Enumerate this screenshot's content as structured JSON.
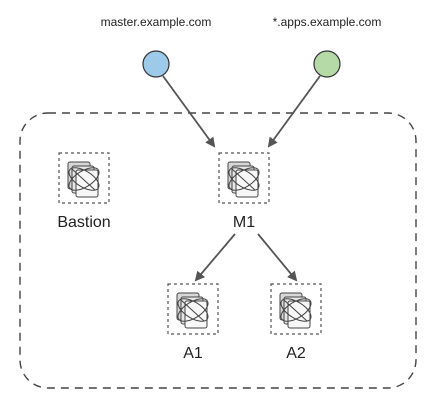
{
  "endpoints": [
    {
      "id": "master",
      "label": "master.example.com",
      "color": "#9ecae9"
    },
    {
      "id": "apps",
      "label": "*.apps.example.com",
      "color": "#b6d9a8"
    }
  ],
  "nodes": [
    {
      "id": "bastion",
      "label": "Bastion",
      "icon": "server-node-icon"
    },
    {
      "id": "m1",
      "label": "M1",
      "icon": "server-node-icon"
    },
    {
      "id": "a1",
      "label": "A1",
      "icon": "server-node-icon"
    },
    {
      "id": "a2",
      "label": "A2",
      "icon": "server-node-icon"
    }
  ],
  "connections": [
    {
      "from": "master",
      "to": "m1"
    },
    {
      "from": "apps",
      "to": "m1"
    },
    {
      "from": "m1",
      "to": "a1"
    },
    {
      "from": "m1",
      "to": "a2"
    }
  ],
  "colors": {
    "stroke": "#555555",
    "text": "#222222"
  }
}
